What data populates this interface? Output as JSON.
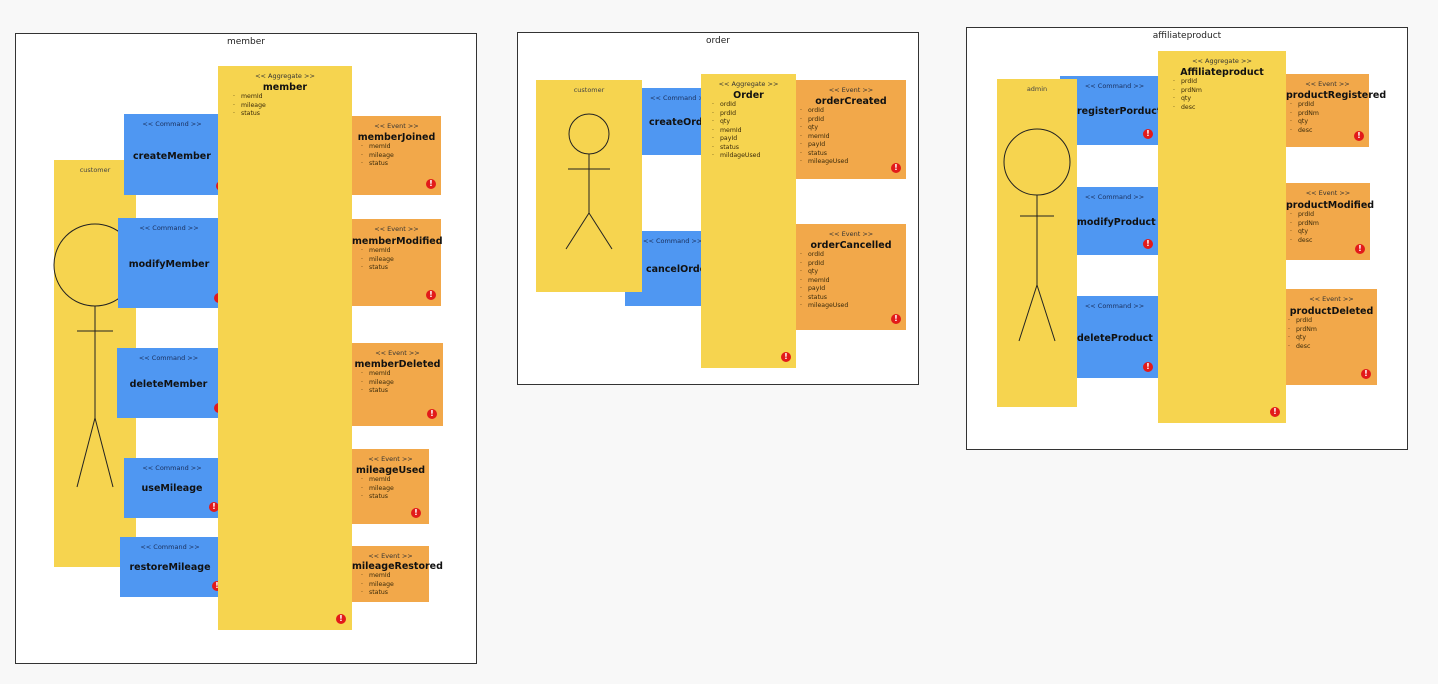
{
  "stereotypes": {
    "aggregate": "<< Aggregate >>",
    "command": "<< Command >>",
    "event": "<< Event >>"
  },
  "warning_icon": "!",
  "contexts": {
    "member": {
      "title": "member",
      "actor": "customer",
      "aggregate": {
        "name": "member",
        "attrs": [
          "memId",
          "mileage",
          "status"
        ]
      },
      "commands": [
        "createMember",
        "modifyMember",
        "deleteMember",
        "useMileage",
        "restoreMileage"
      ],
      "events": [
        {
          "name": "memberJoined",
          "attrs": [
            "memId",
            "mileage",
            "status"
          ]
        },
        {
          "name": "memberModified",
          "attrs": [
            "memId",
            "mileage",
            "status"
          ]
        },
        {
          "name": "memberDeleted",
          "attrs": [
            "memId",
            "mileage",
            "status"
          ]
        },
        {
          "name": "mileageUsed",
          "attrs": [
            "memId",
            "mileage",
            "status"
          ]
        },
        {
          "name": "mileageRestored",
          "attrs": [
            "memId",
            "mileage",
            "status"
          ]
        }
      ]
    },
    "order": {
      "title": "order",
      "actor": "customer",
      "aggregate": {
        "name": "Order",
        "attrs": [
          "ordId",
          "prdId",
          "qty",
          "memId",
          "payId",
          "status",
          "mildageUsed"
        ]
      },
      "commands": [
        "createOrder",
        "cancelOrder"
      ],
      "events": [
        {
          "name": "orderCreated",
          "attrs": [
            "ordId",
            "prdId",
            "qty",
            "memId",
            "payId",
            "status",
            "mileageUsed"
          ]
        },
        {
          "name": "orderCancelled",
          "attrs": [
            "ordId",
            "prdId",
            "qty",
            "memId",
            "payId",
            "status",
            "mileageUsed"
          ]
        }
      ]
    },
    "affiliateproduct": {
      "title": "affiliateproduct",
      "actor": "admin",
      "aggregate": {
        "name": "Affiliateproduct",
        "attrs": [
          "prdId",
          "prdNm",
          "qty",
          "desc"
        ]
      },
      "commands": [
        "registerPorduct",
        "modifyProduct",
        "deleteProduct"
      ],
      "events": [
        {
          "name": "productRegistered",
          "attrs": [
            "prdId",
            "prdNm",
            "qty",
            "desc"
          ]
        },
        {
          "name": "productModified",
          "attrs": [
            "prdId",
            "prdNm",
            "qty",
            "desc"
          ]
        },
        {
          "name": "productDeleted",
          "attrs": [
            "prdId",
            "prdNm",
            "qty",
            "desc"
          ]
        }
      ]
    }
  }
}
